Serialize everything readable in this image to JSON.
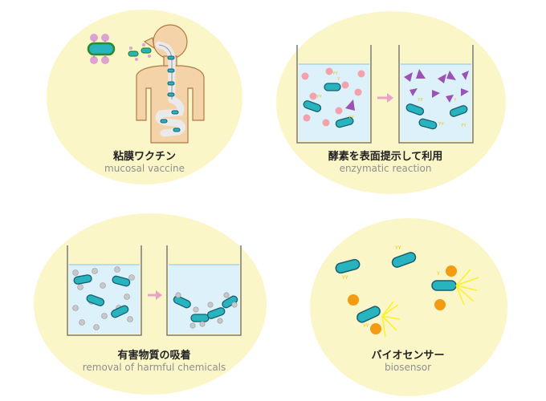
{
  "panels": [
    {
      "id": "vaccine",
      "label_ja": "粘膜ワクチン",
      "label_en": "mucosal vaccine"
    },
    {
      "id": "enzyme",
      "label_ja": "酵素を表面提示して利用",
      "label_en": "enzymatic reaction"
    },
    {
      "id": "removal",
      "label_ja": "有害物質の吸着",
      "label_en": "removal of harmful chemicals"
    },
    {
      "id": "sensor",
      "label_ja": "バイオセンサー",
      "label_en": "biosensor"
    }
  ],
  "colors": {
    "background_blob": "#fbf6c8",
    "cell_fill": "#27b4be",
    "cell_stroke": "#1a5e70",
    "beaker_water": "#ddf1fa",
    "human_body": "#f4d3a8",
    "antigen": "#dca3d0",
    "substrate": "#f3a1ab",
    "product": "#9b52b4",
    "chemical": "#c8c8c8",
    "target_molecule": "#f39c12",
    "signal": "#fff023",
    "arrow": "#e8a3c8"
  }
}
